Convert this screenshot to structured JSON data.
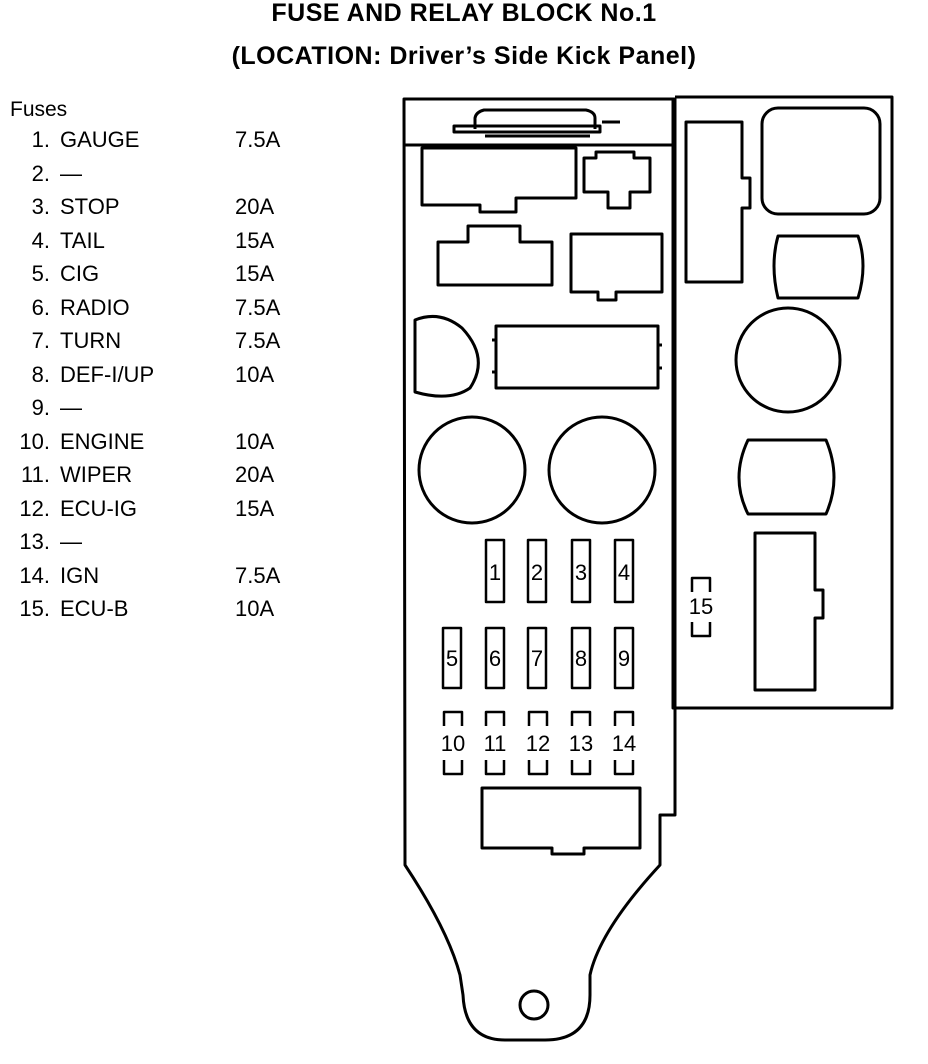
{
  "title": "FUSE AND RELAY BLOCK No.1",
  "subtitle": "(LOCATION: Driver’s Side Kick Panel)",
  "fuses_heading": "Fuses",
  "fuses": [
    {
      "num": "1.",
      "name": "GAUGE",
      "amp": "7.5A"
    },
    {
      "num": "2.",
      "name": "—",
      "amp": ""
    },
    {
      "num": "3.",
      "name": "STOP",
      "amp": "20A"
    },
    {
      "num": "4.",
      "name": "TAIL",
      "amp": "15A"
    },
    {
      "num": "5.",
      "name": "CIG",
      "amp": "15A"
    },
    {
      "num": "6.",
      "name": "RADIO",
      "amp": "7.5A"
    },
    {
      "num": "7.",
      "name": "TURN",
      "amp": "7.5A"
    },
    {
      "num": "8.",
      "name": "DEF-I/UP",
      "amp": "10A"
    },
    {
      "num": "9.",
      "name": "—",
      "amp": ""
    },
    {
      "num": "10.",
      "name": "ENGINE",
      "amp": "10A"
    },
    {
      "num": "11.",
      "name": "WIPER",
      "amp": "20A"
    },
    {
      "num": "12.",
      "name": "ECU-IG",
      "amp": "15A"
    },
    {
      "num": "13.",
      "name": "—",
      "amp": ""
    },
    {
      "num": "14.",
      "name": "IGN",
      "amp": "7.5A"
    },
    {
      "num": "15.",
      "name": "ECU-B",
      "amp": "10A"
    }
  ],
  "diagram": {
    "slot_labels": [
      "1",
      "2",
      "3",
      "4",
      "5",
      "6",
      "7",
      "8",
      "9",
      "10",
      "11",
      "12",
      "13",
      "14",
      "15"
    ]
  }
}
